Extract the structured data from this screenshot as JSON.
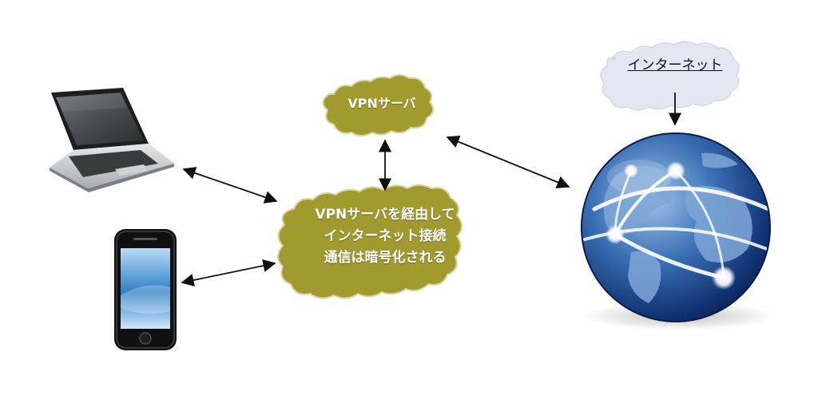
{
  "labels": {
    "vpn_server": "VPNサーバ",
    "center_lines": [
      "VPNサーバを経由して",
      "インターネット接続",
      "通信は暗号化される"
    ],
    "internet": "インターネット"
  },
  "nodes": {
    "laptop": "laptop-icon",
    "smartphone": "smartphone-icon",
    "globe": "globe-network-icon"
  },
  "connections": [
    {
      "from": "laptop",
      "to": "center-bubble",
      "style": "double-arrow"
    },
    {
      "from": "smartphone",
      "to": "center-bubble",
      "style": "double-arrow"
    },
    {
      "from": "vpn-server",
      "to": "center-bubble",
      "style": "double-arrow"
    },
    {
      "from": "vpn-server",
      "to": "globe",
      "style": "double-arrow"
    },
    {
      "from": "internet-label",
      "to": "globe",
      "style": "arrow"
    }
  ],
  "colors": {
    "bubble_fill": "#a19a2f",
    "bubble_stroke": "#d8d29a",
    "internet_bubble_fill": "#e3e7f1",
    "arrow": "#111111"
  }
}
